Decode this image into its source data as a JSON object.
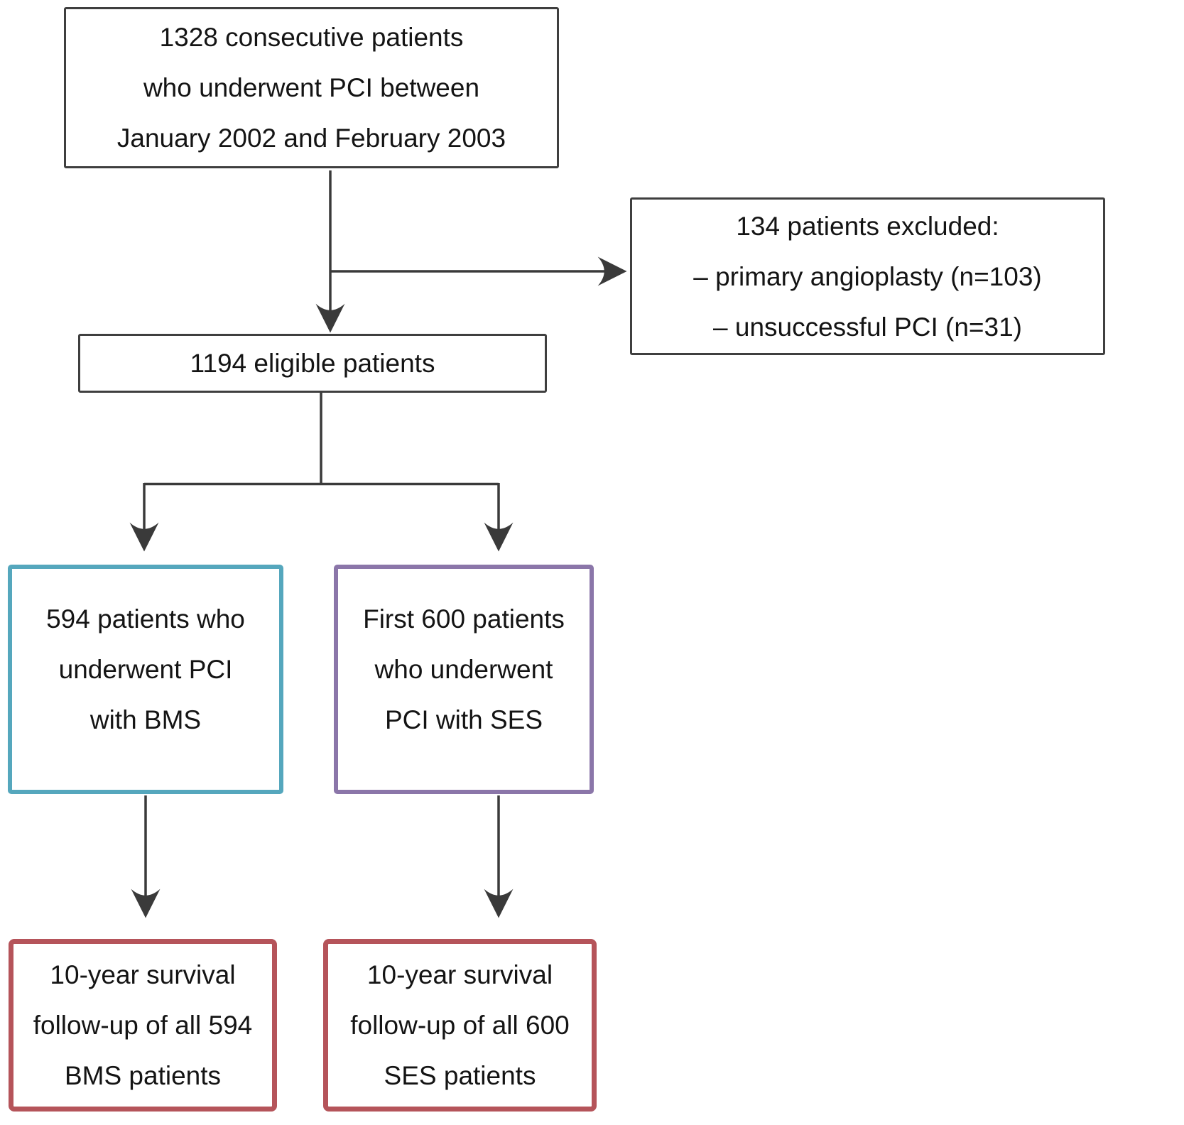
{
  "colors": {
    "line": "#3a3a3a",
    "box_border": "#3f3f3f",
    "bms_border": "#55a7bd",
    "ses_border": "#8b76a9",
    "followup_border": "#b5545a",
    "text": "#141414",
    "background": "#ffffff"
  },
  "nodes": {
    "total": {
      "lines": [
        "1328 consecutive patients",
        "who underwent PCI between",
        "January 2002 and February 2003"
      ]
    },
    "excluded": {
      "lines": [
        "134 patients excluded:",
        "– primary angioplasty (n=103)",
        "– unsuccessful PCI (n=31)"
      ]
    },
    "eligible": {
      "lines": [
        "1194 eligible patients"
      ]
    },
    "bms": {
      "lines": [
        "594 patients who",
        "underwent PCI",
        "with BMS"
      ]
    },
    "ses": {
      "lines": [
        "First 600 patients",
        "who underwent",
        "PCI with SES"
      ]
    },
    "bms_followup": {
      "lines": [
        "10-year survival",
        "follow-up of all 594",
        "BMS patients"
      ]
    },
    "ses_followup": {
      "lines": [
        "10-year survival",
        "follow-up of all 600",
        "SES patients"
      ]
    }
  },
  "edges": [
    {
      "from": "total",
      "to": "eligible"
    },
    {
      "from": "total",
      "to": "excluded"
    },
    {
      "from": "eligible",
      "to": "bms"
    },
    {
      "from": "eligible",
      "to": "ses"
    },
    {
      "from": "bms",
      "to": "bms_followup"
    },
    {
      "from": "ses",
      "to": "ses_followup"
    }
  ]
}
